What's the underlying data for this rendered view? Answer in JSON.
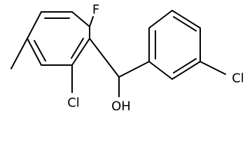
{
  "molecule": {
    "atoms": {
      "fluorine": "F",
      "chlorine_ring_a": "Cl",
      "chlorine_ring_b": "Cl",
      "hydroxyl": "OH"
    },
    "colors": {
      "bond": "#000000",
      "label": "#000000",
      "background": "#ffffff"
    }
  }
}
